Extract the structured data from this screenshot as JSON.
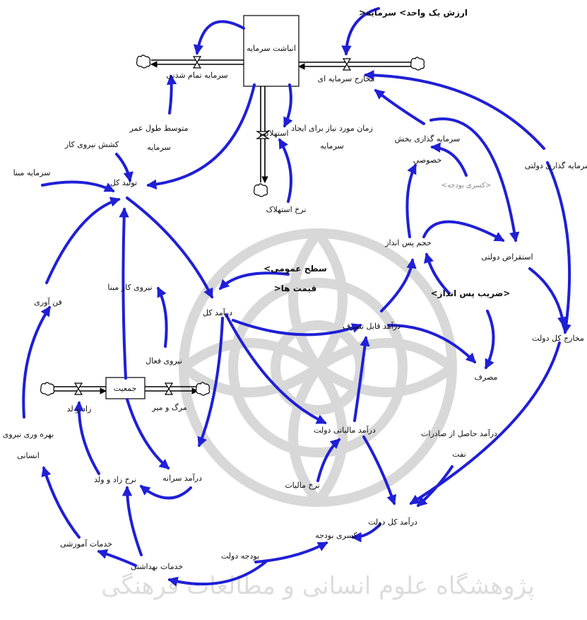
{
  "diagram": {
    "stocks": {
      "capital_accumulation": "انباشت سرمایه",
      "population": "جمعیت"
    },
    "flows": {
      "scrapped_capital": "سرمایه تمام شدنی",
      "investment_spending": "مخارج سرمایه ای",
      "depreciation": "استهلاک",
      "births": "زاد و لد",
      "deaths": "مرگ و میر"
    },
    "variables": {
      "unit_capital_value": "ارزش یک واحد> سرمایه<",
      "avg_capital_life_1": "متوسط طول عمر",
      "avg_capital_life_2": "سرمایه",
      "time_to_create_1": "زمان مورد نیاز برای ایجاد",
      "time_to_create_2": "سرمایه",
      "depreciation_rate": "نرخ استهلاک",
      "labor_elasticity": "کشش نیروی کار",
      "base_capital": "سرمایه مبنا",
      "total_production": "تولید کل",
      "private_investment_1": "سرمایه گذاری بخش",
      "private_investment_2": "خصوصی",
      "budget_deficit_shadow": "<کسری بودجه>",
      "government_investment": "سرمایه گذاری دولتی",
      "savings_volume": "حجم پس انداز",
      "government_borrowing": "استقراض دولتی",
      "price_level_1": "سطح عمومی>",
      "price_level_2": "قیمت ها<",
      "savings_rate": "<ضریب پس انداز>",
      "technology": "فن آوری",
      "base_labor": "نیروی کار مبنا",
      "total_income": "درآمد کل",
      "disposable_income": "درآمد قابل تصرف",
      "government_total_spending": "مخارج کل دولت",
      "active_labor": "نیروی فعال",
      "consumption": "مصرف",
      "labor_productivity_1": "بهره وری نیروی",
      "labor_productivity_2": "انسانی",
      "government_tax_revenue": "درآمد مالیاتی دولت",
      "oil_revenue_1": "درآمد حاصل از صادرات",
      "oil_revenue_2": "نفت",
      "birth_rate": "نرخ زاد و ولد",
      "per_capita_income": "درآمد سرانه",
      "tax_rate": "نرخ مالیات",
      "government_total_revenue": "درآمد کل دولت",
      "budget_deficit": "کسری بودجه",
      "education_services": "خدمات آموزشی",
      "government_budget": "بودجه دولت",
      "health_services": "خدمات بهداشتی"
    },
    "watermark": "پژوهشگاه علوم انسانی و مطالعات فرهنگی",
    "colors": {
      "link": "#1f1fd6",
      "flow": "#000000",
      "watermark": "#d8d8d8"
    }
  }
}
